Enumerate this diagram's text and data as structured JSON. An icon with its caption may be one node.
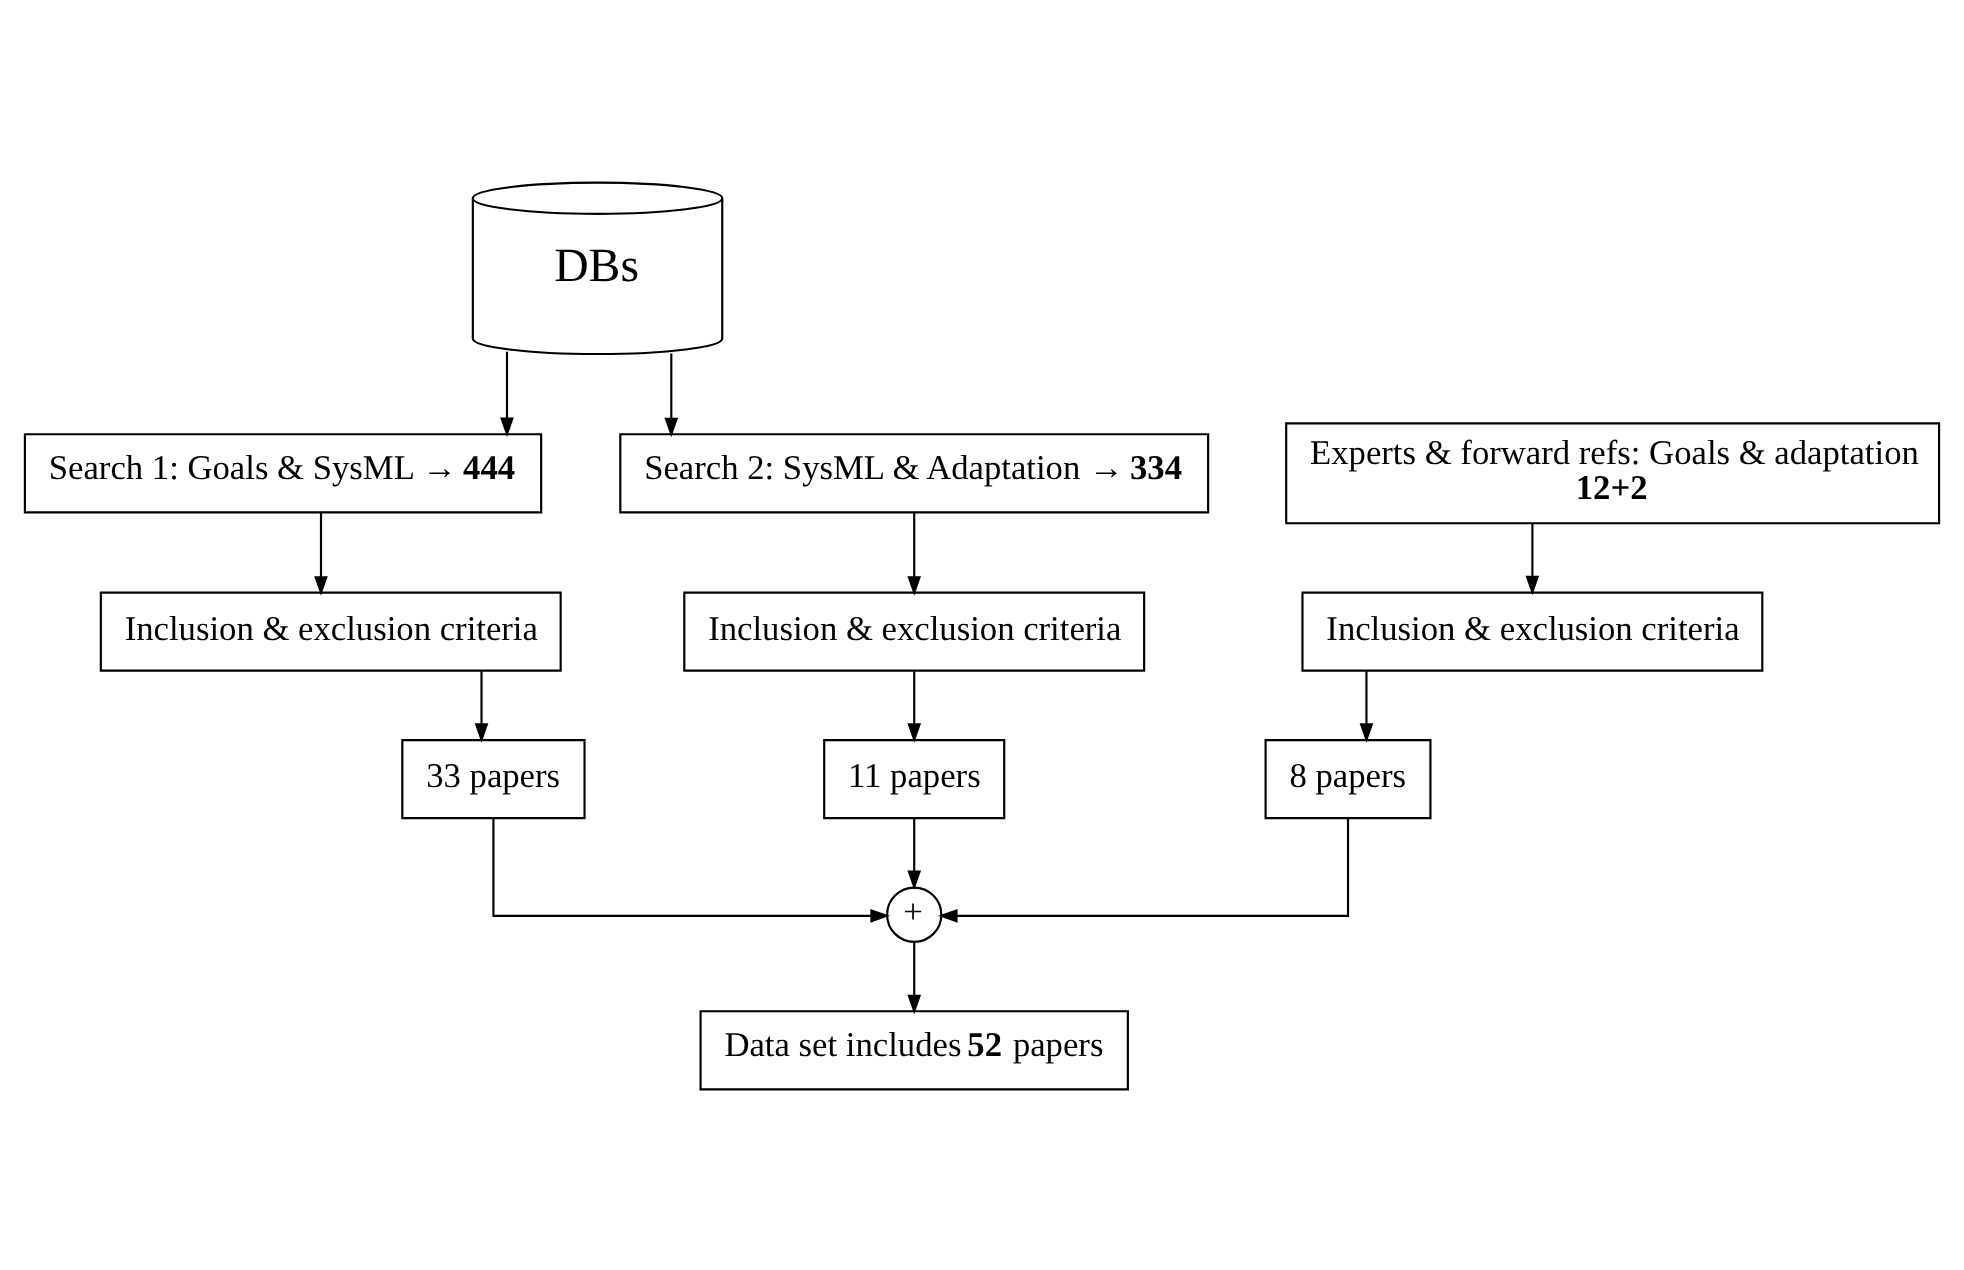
{
  "diagram": {
    "nodes": [
      {
        "text": [
          "DBs"
        ]
      },
      {
        "text": [
          "Search 1: Goals & SysML → **444**"
        ]
      },
      {
        "text": [
          "Search 2: SysML & Adaptation → **334**"
        ]
      },
      {
        "text": [
          "Inclusion & exclusion criteria"
        ]
      },
      {
        "text": [
          "Inclusion & exclusion criteria"
        ]
      },
      {
        "text": [
          "Experts & forward refs: Goals & adaptation",
          "12+2"
        ]
      },
      {
        "text": [
          "33 papers"
        ]
      },
      {
        "text": [
          "11 papers"
        ]
      },
      {
        "text": [
          "Inclusion & exclusion criteria"
        ]
      },
      {
        "text": [
          "8 papers"
        ]
      },
      {
        "text": [
          "+"
        ]
      },
      {
        "text": [
          "Data set includes **52** papers"
        ]
      }
    ],
    "edges": [
      {
        "from": 0,
        "to": 1,
        "arrow": "to"
      },
      {
        "from": 0,
        "to": 2,
        "arrow": "to"
      },
      {
        "from": 1,
        "to": 3,
        "arrow": "to"
      },
      {
        "from": 2,
        "to": 4,
        "arrow": "to"
      },
      {
        "from": 3,
        "to": 6,
        "arrow": "to"
      },
      {
        "from": 4,
        "to": 7,
        "arrow": "to"
      },
      {
        "from": 5,
        "to": 8,
        "arrow": "to"
      },
      {
        "from": 8,
        "to": 9,
        "arrow": "to"
      },
      {
        "from": 6,
        "to": 10,
        "arrow": "to"
      },
      {
        "from": 7,
        "to": 10,
        "arrow": "to"
      },
      {
        "from": 9,
        "to": 10,
        "arrow": "to"
      },
      {
        "from": 10,
        "to": 11,
        "arrow": "to"
      }
    ]
  }
}
